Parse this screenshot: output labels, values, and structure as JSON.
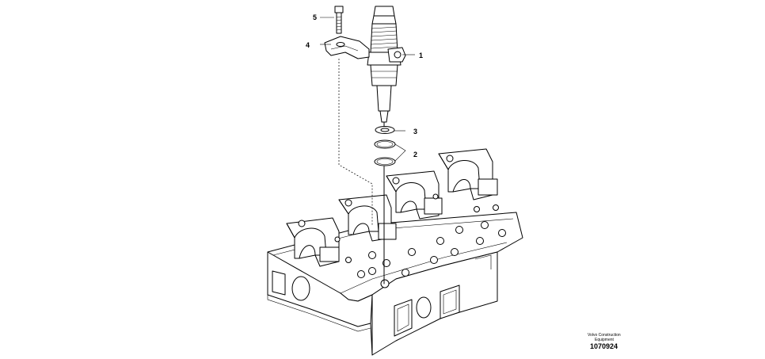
{
  "callouts": {
    "c1": "1",
    "c2": "2",
    "c3": "3",
    "c4": "4",
    "c5": "5"
  },
  "footer": {
    "brand_line1": "Volvo Construction",
    "brand_line2": "Equipment",
    "part_number": "1070924"
  }
}
